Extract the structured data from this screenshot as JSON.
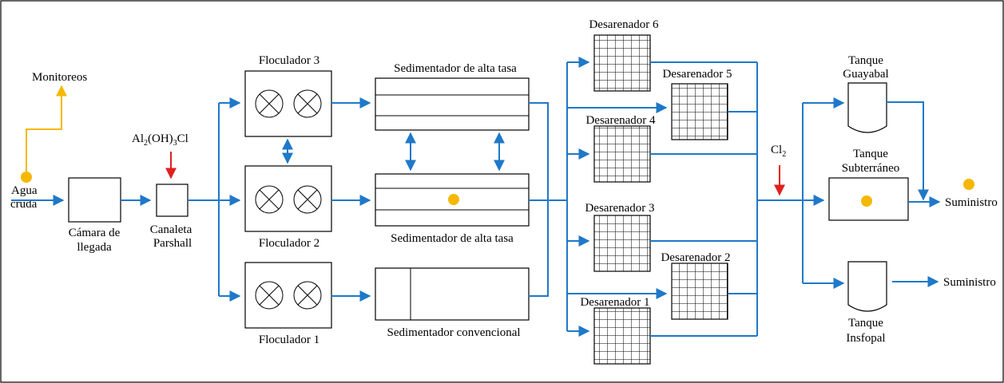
{
  "colors": {
    "flow": "#1F78C8",
    "dosing": "#E02020",
    "monitoring": "#F5B800",
    "outline": "#000000"
  },
  "labels": {
    "monitoreos": "Monitoreos",
    "agua_1": "Agua",
    "agua_2": "cruda",
    "camara_1": "Cámara de",
    "camara_2": "llegada",
    "coagulant_main": "Al",
    "coagulant_s1": "2",
    "coagulant_mid": "(OH)",
    "coagulant_s2": "3",
    "coagulant_end": "Cl",
    "canaleta_1": "Canaleta",
    "canaleta_2": "Parshall",
    "floc3": "Floculador 3",
    "floc2": "Floculador 2",
    "floc1": "Floculador 1",
    "sed_alta_top": "Sedimentador de alta tasa",
    "sed_alta_bottom": "Sedimentador de alta tasa",
    "sed_conv": "Sedimentador convencional",
    "des6": "Desarenador 6",
    "des5": "Desarenador 5",
    "des4": "Desarenador 4",
    "des3": "Desarenador 3",
    "des2": "Desarenador 2",
    "des1": "Desarenador 1",
    "cl_main": "Cl",
    "cl_sub": "2",
    "guayabal_1": "Tanque",
    "guayabal_2": "Guayabal",
    "subterraneo_1": "Tanque",
    "subterraneo_2": "Subterráneo",
    "insfopal_1": "Tanque",
    "insfopal_2": "Insfopal",
    "suministro_1": "Suministro",
    "suministro_2": "Suministro"
  }
}
